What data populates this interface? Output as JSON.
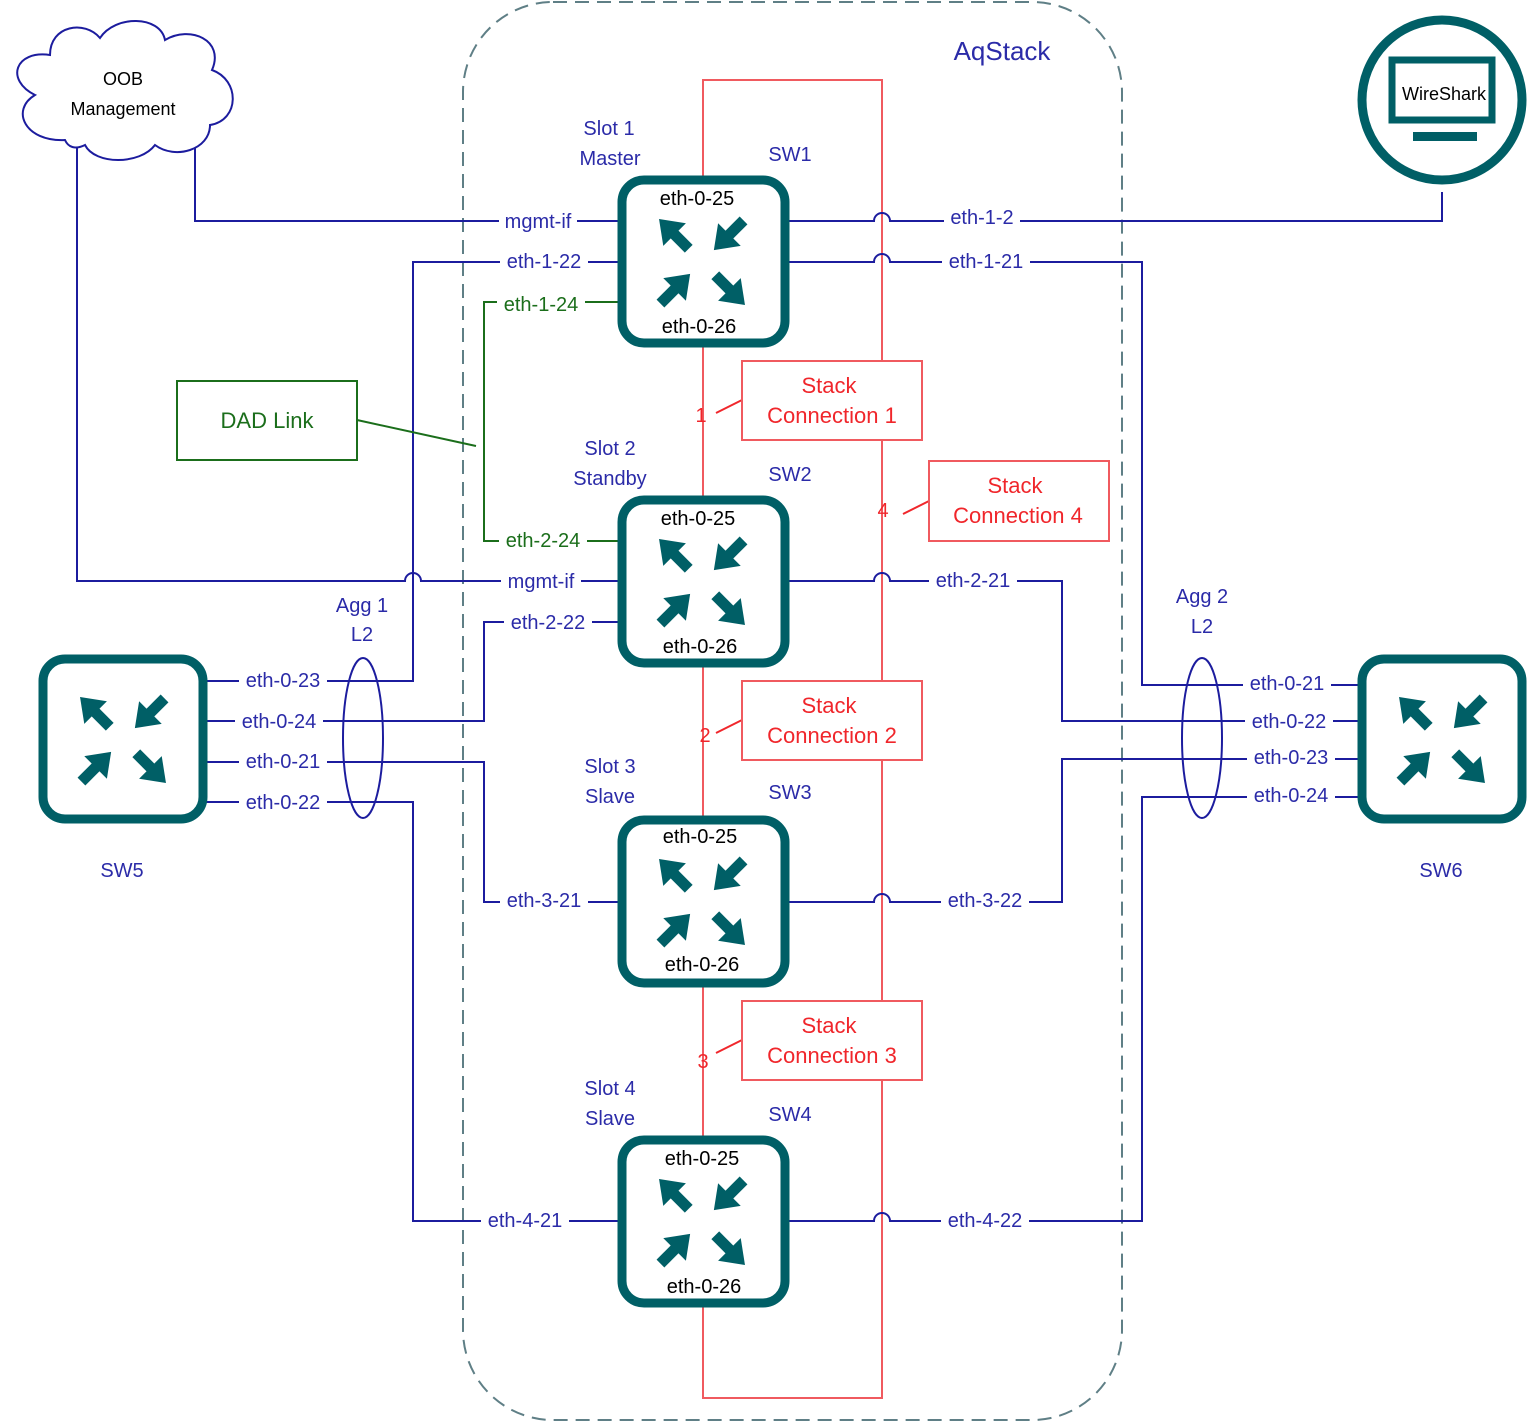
{
  "title": "AqStack",
  "cloud": {
    "line1": "OOB",
    "line2": "Management"
  },
  "monitor_label": "WireShark",
  "dad_label": "DAD Link",
  "stack_connections": [
    {
      "num": "1",
      "line1": "Stack",
      "line2": "Connection 1"
    },
    {
      "num": "2",
      "line1": "Stack",
      "line2": "Connection 2"
    },
    {
      "num": "3",
      "line1": "Stack",
      "line2": "Connection 3"
    },
    {
      "num": "4",
      "line1": "Stack",
      "line2": "Connection 4"
    }
  ],
  "switches": {
    "sw1": {
      "name": "SW1",
      "slot": "Slot 1",
      "role": "Master",
      "top_port": "eth-0-25",
      "bottom_port": "eth-0-26"
    },
    "sw2": {
      "name": "SW2",
      "slot": "Slot 2",
      "role": "Standby",
      "top_port": "eth-0-25",
      "bottom_port": "eth-0-26"
    },
    "sw3": {
      "name": "SW3",
      "slot": "Slot 3",
      "role": "Slave",
      "top_port": "eth-0-25",
      "bottom_port": "eth-0-26"
    },
    "sw4": {
      "name": "SW4",
      "slot": "Slot 4",
      "role": "Slave",
      "top_port": "eth-0-25",
      "bottom_port": "eth-0-26"
    },
    "sw5": {
      "name": "SW5"
    },
    "sw6": {
      "name": "SW6"
    }
  },
  "agg1": {
    "line1": "Agg 1",
    "line2": "L2"
  },
  "agg2": {
    "line1": "Agg 2",
    "line2": "L2"
  },
  "ports": {
    "sw1_mgmt": "mgmt-if",
    "sw1_l22": "eth-1-22",
    "sw1_l24": "eth-1-24",
    "sw1_r2": "eth-1-2",
    "sw1_r21": "eth-1-21",
    "sw2_l24": "eth-2-24",
    "sw2_mgmt": "mgmt-if",
    "sw2_l22": "eth-2-22",
    "sw2_r21": "eth-2-21",
    "sw3_l21": "eth-3-21",
    "sw3_r22": "eth-3-22",
    "sw4_l21": "eth-4-21",
    "sw4_r22": "eth-4-22",
    "sw5_p23": "eth-0-23",
    "sw5_p24": "eth-0-24",
    "sw5_p21": "eth-0-21",
    "sw5_p22": "eth-0-22",
    "sw6_p21": "eth-0-21",
    "sw6_p22": "eth-0-22",
    "sw6_p23": "eth-0-23",
    "sw6_p24": "eth-0-24"
  },
  "colors": {
    "switch": "#005f66",
    "link": "#1c1c9e",
    "dad": "#1b6e1b",
    "stack": "#f0262b",
    "stack_ring": "#f05a5f",
    "group_border": "#5f7f86"
  },
  "icons": {
    "switch": "switch-arrows-icon",
    "cloud": "cloud-icon",
    "monitor": "monitor-icon"
  }
}
